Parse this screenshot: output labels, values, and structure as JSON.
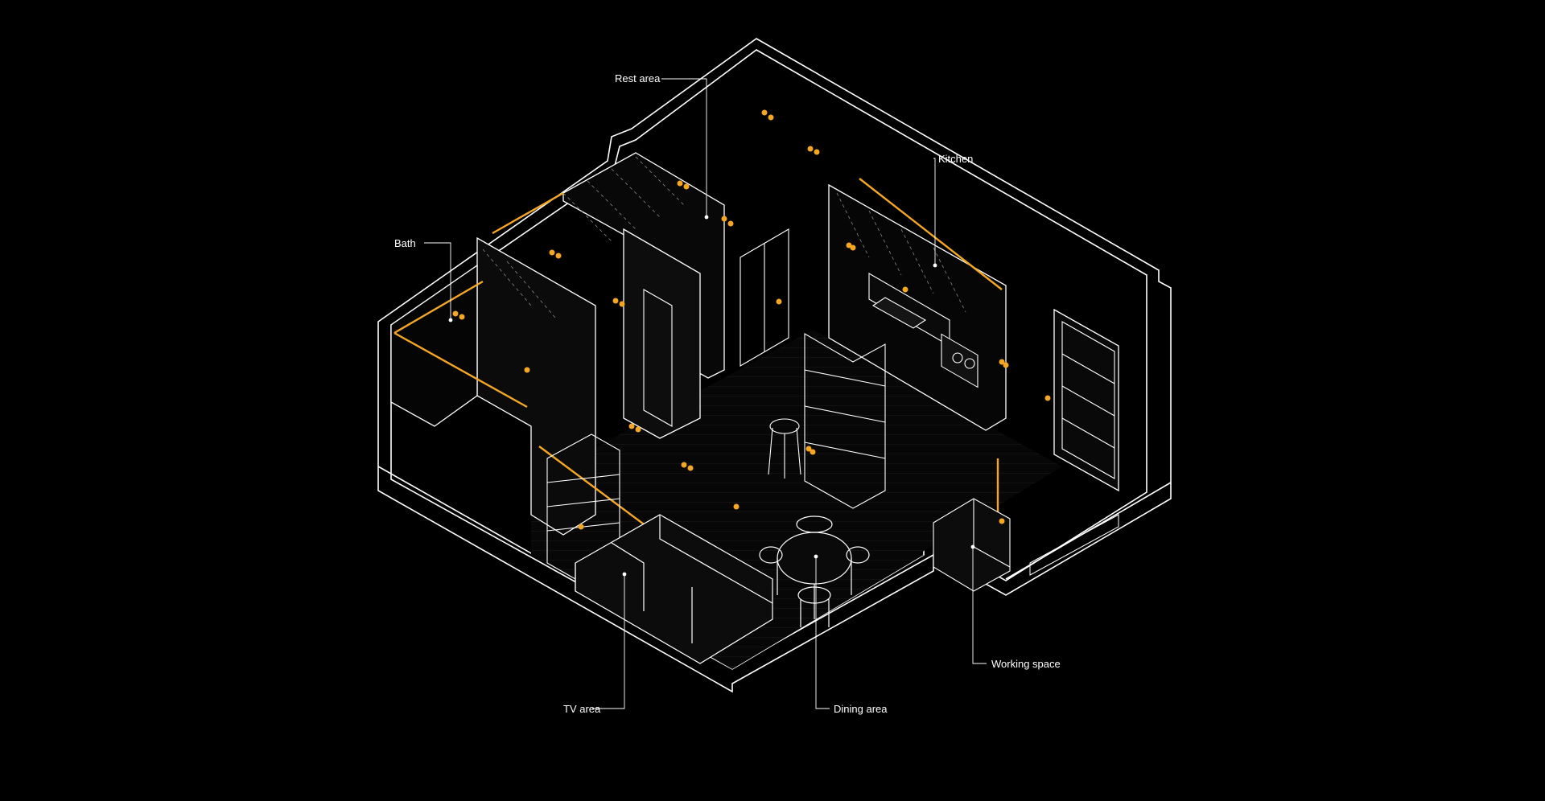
{
  "diagram": {
    "labels": {
      "rest_area": "Rest area",
      "kitchen": "Kitchen",
      "bath": "Bath",
      "working_space": "Working space",
      "tv_area": "TV area",
      "dining_area": "Dining area"
    },
    "colors": {
      "background": "#000000",
      "line": "#ffffff",
      "accent_light": "#f5a623",
      "fill_dark": "#0b0b0b"
    }
  }
}
